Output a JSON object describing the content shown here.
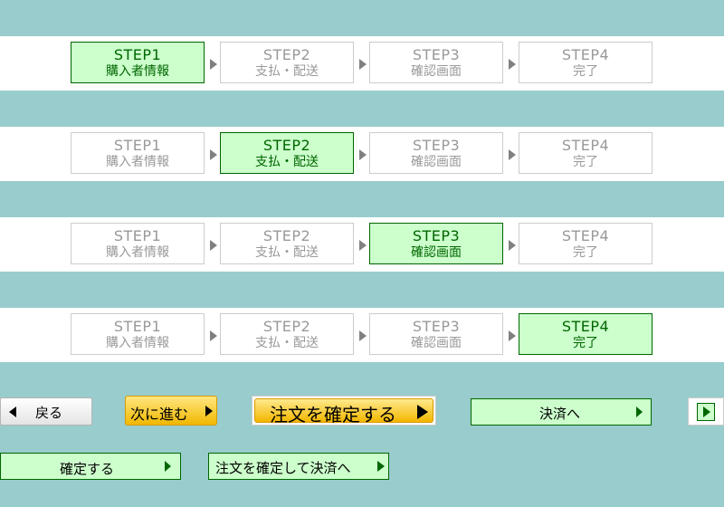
{
  "steps_labels": [
    "STEP1",
    "STEP2",
    "STEP3",
    "STEP4"
  ],
  "steps_names": [
    "購入者情報",
    "支払・配送",
    "確認画面",
    "完了"
  ],
  "rows": [
    {
      "active_step": 1,
      "steps": [
        {
          "num": "STEP1",
          "label": "購入者情報"
        },
        {
          "num": "STEP2",
          "label": "支払・配送"
        },
        {
          "num": "STEP3",
          "label": "確認画面"
        },
        {
          "num": "STEP4",
          "label": "完了"
        }
      ]
    },
    {
      "active_step": 2,
      "steps": [
        {
          "num": "STEP1",
          "label": "購入者情報"
        },
        {
          "num": "STEP2",
          "label": "支払・配送"
        },
        {
          "num": "STEP3",
          "label": "確認画面"
        },
        {
          "num": "STEP4",
          "label": "完了"
        }
      ]
    },
    {
      "active_step": 3,
      "steps": [
        {
          "num": "STEP1",
          "label": "購入者情報"
        },
        {
          "num": "STEP2",
          "label": "支払・配送"
        },
        {
          "num": "STEP3",
          "label": "確認画面"
        },
        {
          "num": "STEP4",
          "label": "完了"
        }
      ]
    },
    {
      "active_step": 4,
      "steps": [
        {
          "num": "STEP1",
          "label": "購入者情報"
        },
        {
          "num": "STEP2",
          "label": "支払・配送"
        },
        {
          "num": "STEP3",
          "label": "確認画面"
        },
        {
          "num": "STEP4",
          "label": "完了"
        }
      ]
    }
  ],
  "buttons": {
    "back": "戻る",
    "next": "次に進む",
    "confirm_order": "注文を確定する",
    "settle": "決済へ",
    "confirm": "確定する",
    "confirm_and_settle": "注文を確定して決済へ"
  },
  "colors": {
    "background": "#99cccc",
    "active_fill": "#ccffcc",
    "active_text": "#006600",
    "inactive_text": "#999999",
    "yellow_button": "#f3b600"
  },
  "icons": {
    "back": "triangle-left-icon",
    "next": "triangle-right-icon",
    "step_separator": "chevron-right-icon"
  }
}
